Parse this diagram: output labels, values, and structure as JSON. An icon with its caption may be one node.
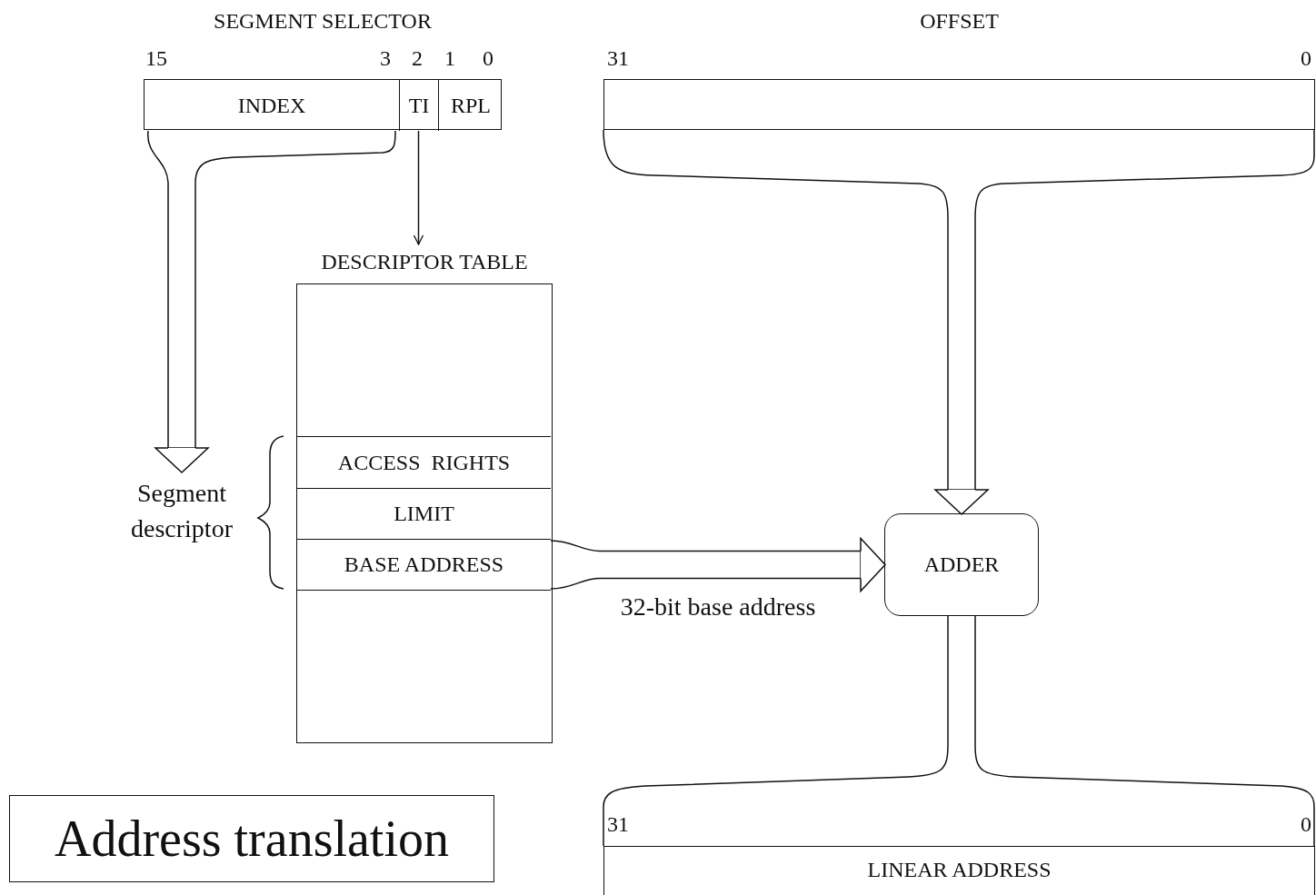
{
  "diagram": {
    "title": "Address translation",
    "nodes": [
      {
        "text": [
          "SEGMENT SELECTOR"
        ]
      },
      {
        "text": [
          "INDEX"
        ],
        "in": 0
      },
      {
        "text": [
          "TI"
        ],
        "in": 0
      },
      {
        "text": [
          "RPL"
        ],
        "in": 0
      },
      {
        "text": [
          "OFFSET"
        ]
      },
      {
        "text": [
          "DESCRIPTOR TABLE"
        ]
      },
      {
        "text": [
          "ACCESS  RIGHTS"
        ],
        "in": 5
      },
      {
        "text": [
          "LIMIT"
        ],
        "in": 5
      },
      {
        "text": [
          "BASE ADDRESS"
        ],
        "in": 5
      },
      {
        "text": [
          "Segment descriptor"
        ]
      },
      {
        "text": [
          "ADDER"
        ]
      },
      {
        "text": [
          "LINEAR ADDRESS"
        ]
      }
    ],
    "edges": [
      {
        "from": 1,
        "to": 9,
        "arrow": "to"
      },
      {
        "from": 2,
        "to": 5,
        "arrow": "to"
      },
      {
        "from": 4,
        "to": 10,
        "arrow": "to"
      },
      {
        "from": 8,
        "to": 10,
        "arrow": "to",
        "label": "32-bit base address"
      },
      {
        "from": 10,
        "to": 11,
        "arrow": "none"
      }
    ],
    "labels": [
      "15",
      "3",
      "2",
      "1",
      "0",
      "31",
      "0",
      "31",
      "0"
    ]
  }
}
